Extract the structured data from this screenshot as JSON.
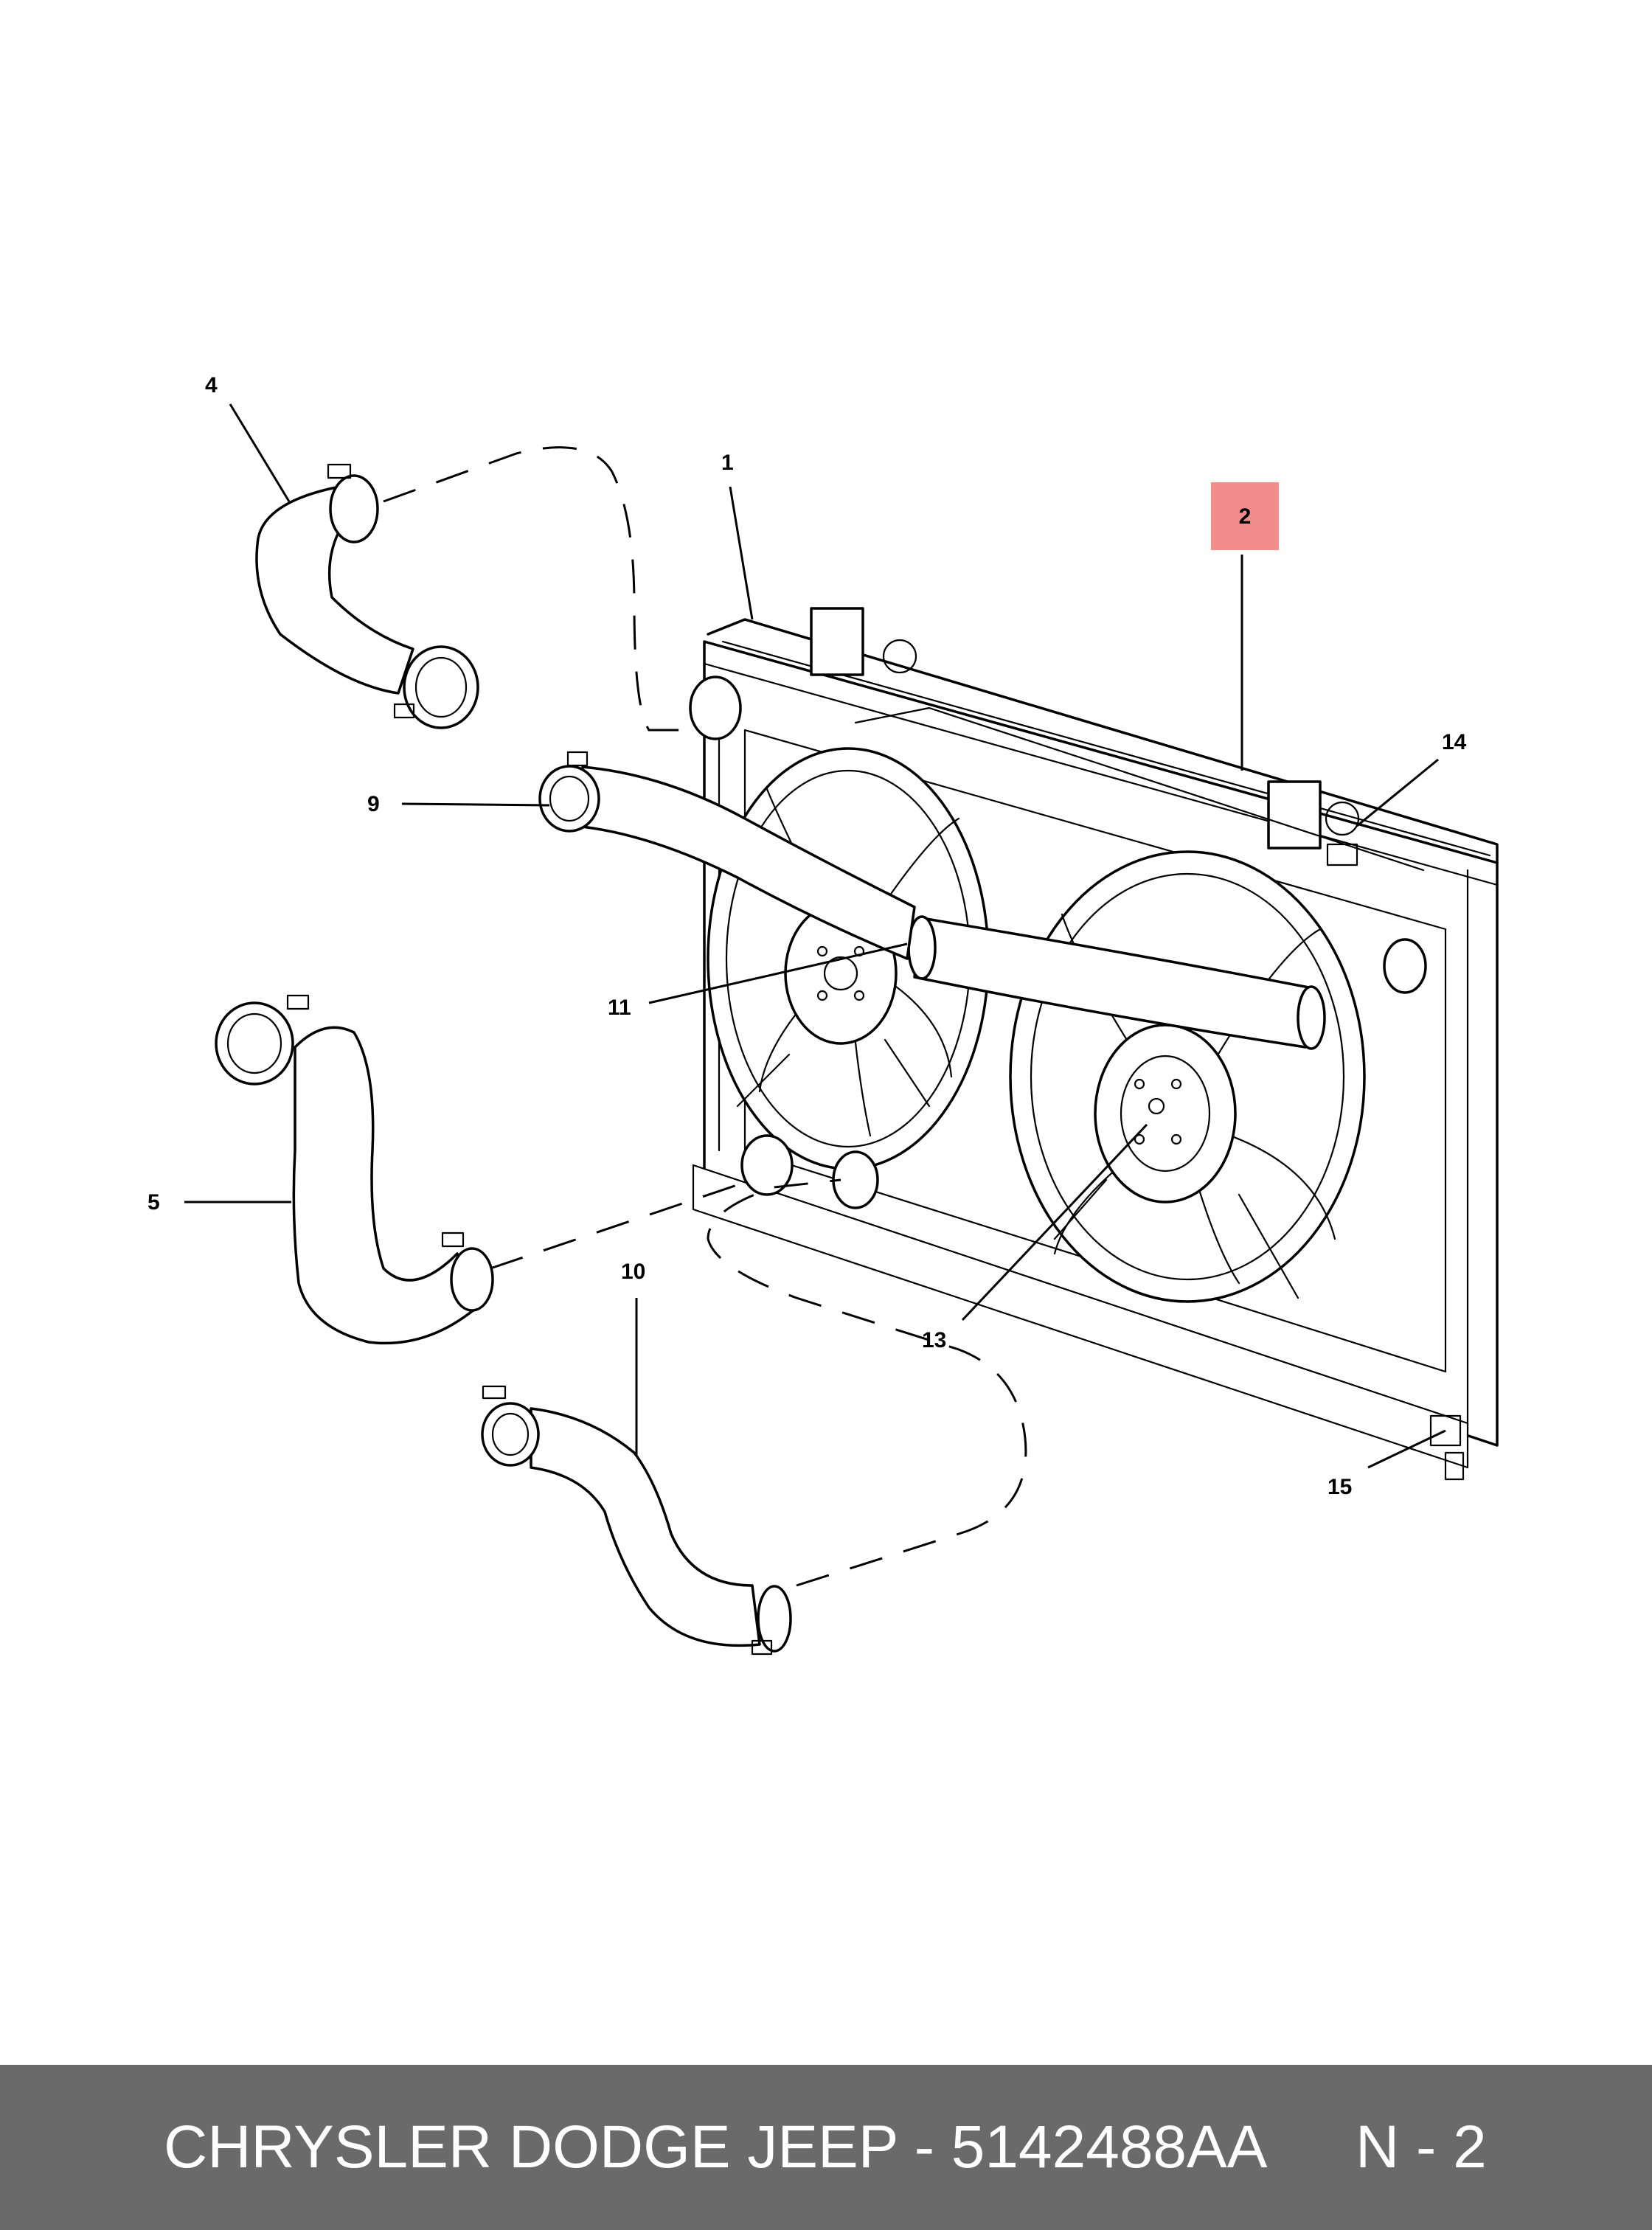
{
  "callouts": {
    "c1": "1",
    "c2": "2",
    "c4": "4",
    "c5": "5",
    "c9": "9",
    "c10": "10",
    "c11": "11",
    "c13": "13",
    "c14": "14",
    "c15": "15"
  },
  "highlight_color": "#f08c8c",
  "footer": {
    "part_text": "CHRYSLER DODGE JEEP - 5142488AA",
    "code_text": "N - 2",
    "background": "#6a6a6a"
  }
}
